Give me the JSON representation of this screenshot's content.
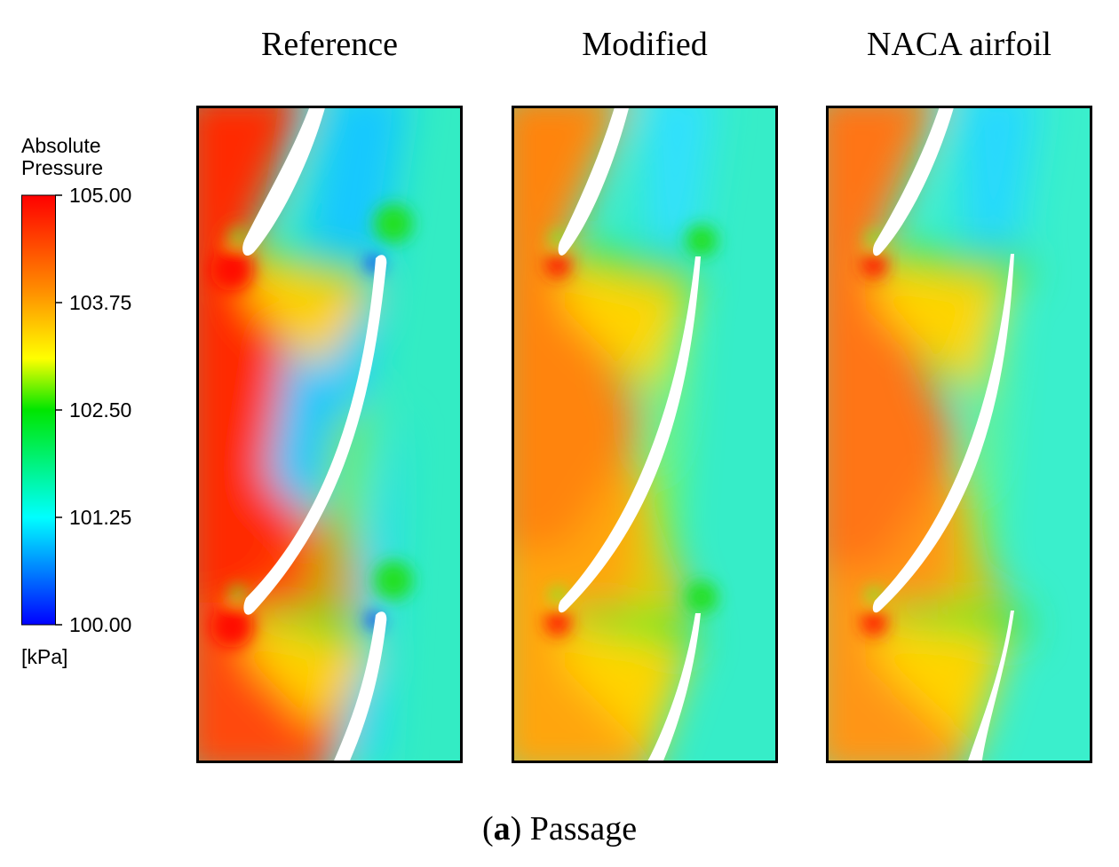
{
  "figure": {
    "titles": [
      "Reference",
      "Modified",
      "NACA airfoil"
    ],
    "caption_letter": "a",
    "caption_text": "Passage"
  },
  "legend": {
    "title_line1": "Absolute",
    "title_line2": "Pressure",
    "unit": "[kPa]",
    "ticks": [
      "105.00",
      "103.75",
      "102.50",
      "101.25",
      "100.00"
    ],
    "max": 105.0,
    "min": 100.0,
    "colormap": [
      "#ff0000",
      "#ff8c00",
      "#ffff00",
      "#00e600",
      "#00ffff",
      "#0000ff"
    ]
  },
  "colors": {
    "frame": "#000000",
    "high_pressure": "#ff1a00",
    "upstream": "#ff6a10",
    "mid": "#ffd000",
    "low": "#00ddff",
    "downstream": "#2ef0c0",
    "blade": "#ffffff"
  }
}
